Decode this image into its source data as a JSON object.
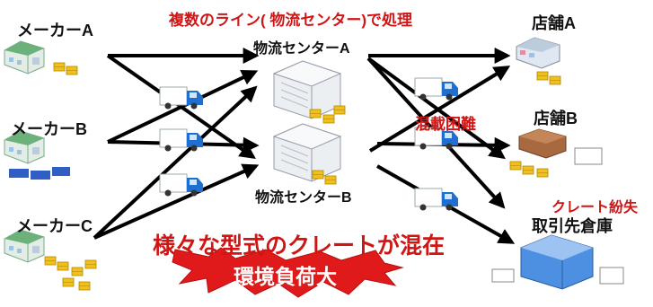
{
  "header": {
    "text": "複数のライン( 物流センター)で処理"
  },
  "makers": [
    {
      "label": "メーカーA"
    },
    {
      "label": "メーカーB"
    },
    {
      "label": "メーカーC"
    }
  ],
  "centers": [
    {
      "label": "物流センターA"
    },
    {
      "label": "物流センターB"
    }
  ],
  "stores": [
    {
      "label": "店舗A"
    },
    {
      "label": "店舗B"
    },
    {
      "label": "取引先倉庫"
    }
  ],
  "callouts": {
    "mixed_loading": "混載困難",
    "crate_loss": "クレート紛失",
    "mixed_crates": "様々な型式のクレートが混在",
    "burden": "環境負荷大"
  },
  "colors": {
    "accent_red": "#d01515",
    "truck_blue": "#1f6fd0",
    "crate_yellow": "#f2c01e",
    "warehouse_blue": "#4d8fe0"
  }
}
